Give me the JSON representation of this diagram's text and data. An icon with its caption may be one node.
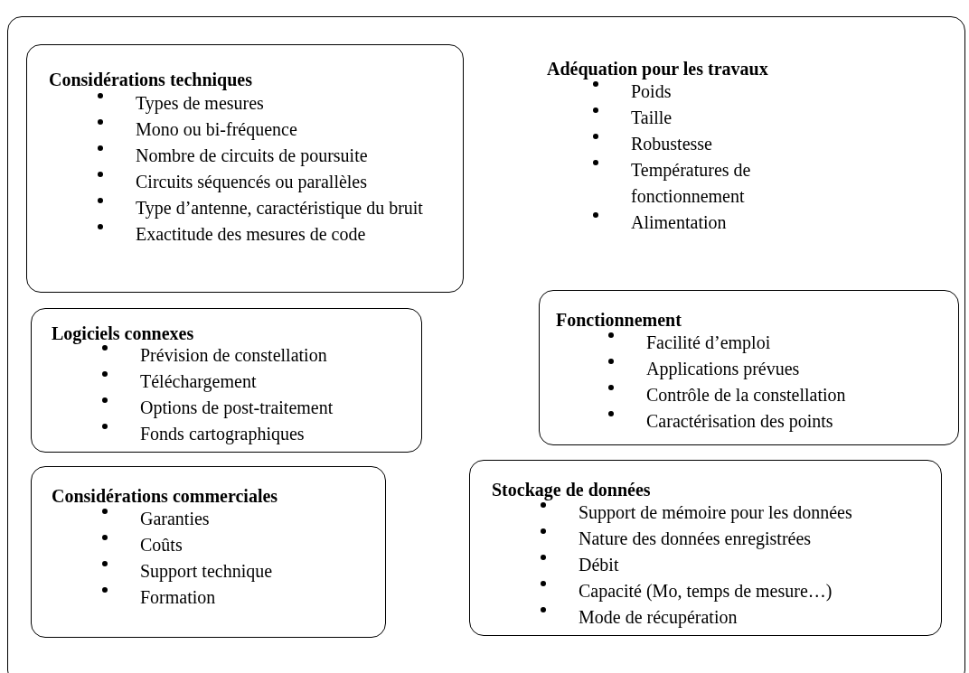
{
  "diagram": {
    "nodes": [
      {
        "text": [],
        "shape": "box"
      },
      {
        "text": [
          "Considérations techniques",
          "Types de mesures",
          "Mono ou bi-fréquence",
          "Nombre de circuits de poursuite",
          "Circuits séquencés ou parallèles",
          "Type d’antenne, caractéristique du bruit",
          "Exactitude des mesures de code"
        ],
        "in": 0
      },
      {
        "text": [
          "Logiciels connexes",
          "Prévision de constellation",
          "Téléchargement",
          "Options de post-traitement",
          "Fonds cartographiques"
        ],
        "in": 0
      },
      {
        "text": [
          "Fonctionnement",
          "Facilité d’emploi",
          "Applications prévues",
          "Contrôle de la constellation",
          "Caractérisation des points"
        ],
        "in": 0
      },
      {
        "text": [
          "Considérations commerciales",
          "Garanties",
          "Coûts",
          "Support technique",
          "Formation"
        ],
        "in": 0
      },
      {
        "text": [
          "Stockage de données",
          "Support de mémoire pour les données",
          "Nature des données enregistrées",
          "Débit",
          "Capacité (Mo, temps de mesure…)",
          "Mode de récupération"
        ],
        "in": 0
      }
    ],
    "edges": [],
    "labels": [
      "Adéquation pour les travaux",
      "Poids",
      "Taille",
      "Robustesse",
      "Températures de fonctionnement",
      "Alimentation"
    ]
  }
}
